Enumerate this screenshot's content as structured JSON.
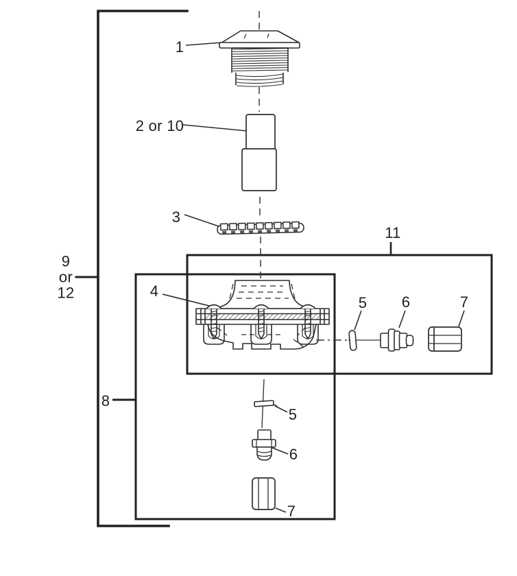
{
  "figure": {
    "kind": "exploded-parts-diagram",
    "background_color": "#ffffff",
    "line_color": "#2d2d2d",
    "label_color": "#1f1f1f"
  },
  "callouts": {
    "part_1": "1",
    "part_2_or_10": "2 or 10",
    "part_3": "3",
    "part_4": "4",
    "part_5_right": "5",
    "part_6_right": "6",
    "part_7_right": "7",
    "part_5_lower": "5",
    "part_6_lower": "6",
    "part_7_lower": "7",
    "group_8": "8",
    "group_9_or_12": {
      "line_1": "9",
      "line_2": "or",
      "line_3": "12"
    },
    "group_11": "11"
  }
}
